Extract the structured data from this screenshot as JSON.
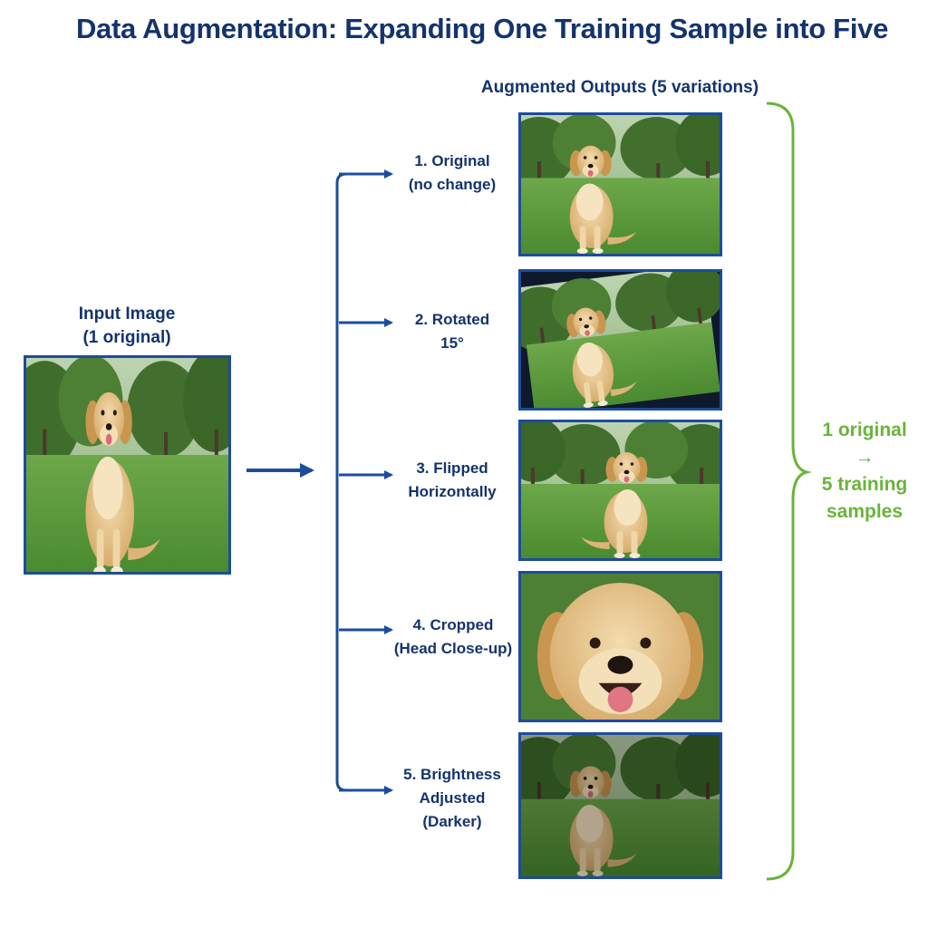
{
  "title": "Data Augmentation: Expanding One Training Sample into Five",
  "input": {
    "line1": "Input Image",
    "line2": "(1 original)"
  },
  "outputs_heading": "Augmented Outputs (5 variations)",
  "steps": [
    {
      "lines": [
        "1. Original",
        "(no change)"
      ]
    },
    {
      "lines": [
        "2. Rotated",
        "15°"
      ]
    },
    {
      "lines": [
        "3. Flipped",
        "Horizontally"
      ]
    },
    {
      "lines": [
        "4. Cropped",
        "(Head Close-up)"
      ]
    },
    {
      "lines": [
        "5. Brightness",
        "Adjusted",
        "(Darker)"
      ]
    }
  ],
  "summary": {
    "line1": "1 original",
    "arrow": "→",
    "line2": "5 training",
    "line3": "samples"
  },
  "colors": {
    "title": "#14336e",
    "connector": "#1d4c9c",
    "brace": "#6ab43a",
    "grass": "#5a9a3a",
    "trees": "#3f6e2c",
    "dog_fur": "#e2c08a"
  },
  "icons": {
    "dog_photo": "golden-retriever-photo-icon",
    "arrow": "right-arrow-icon",
    "brace": "right-curly-brace-icon"
  }
}
